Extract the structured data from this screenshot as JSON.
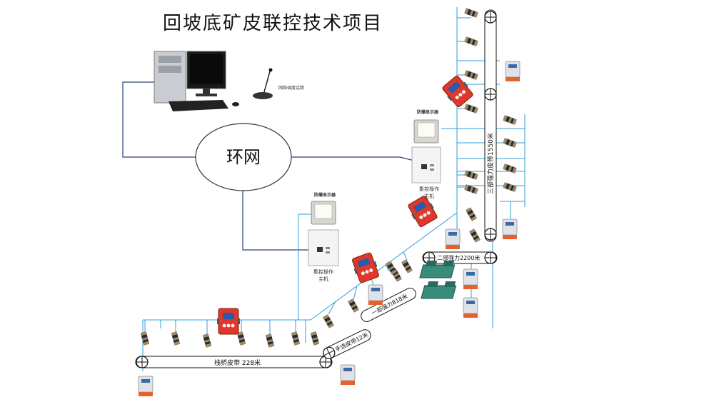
{
  "title": "回坡底矿皮联控技术项目",
  "network": {
    "label": "环网"
  },
  "computer": {
    "mic_label": "网络调度话筒"
  },
  "stations": [
    {
      "display_label": "防爆显示器",
      "host_label": "集控操作\n主机"
    },
    {
      "display_label": "防爆显示器",
      "host_label": "集控操作\n主机"
    }
  ],
  "belts": [
    {
      "label": "栈桥皮带 228米"
    },
    {
      "label": "手选皮带12米"
    },
    {
      "label": "一部强力818米"
    },
    {
      "label": "二部强力2200米"
    },
    {
      "label": "三部强力皮带1550米"
    }
  ],
  "colors": {
    "cable": "#2f9fd8",
    "network_line": "#2d3f7a",
    "controller_red": "#e0372b",
    "device_green": "#3a8c7a"
  }
}
